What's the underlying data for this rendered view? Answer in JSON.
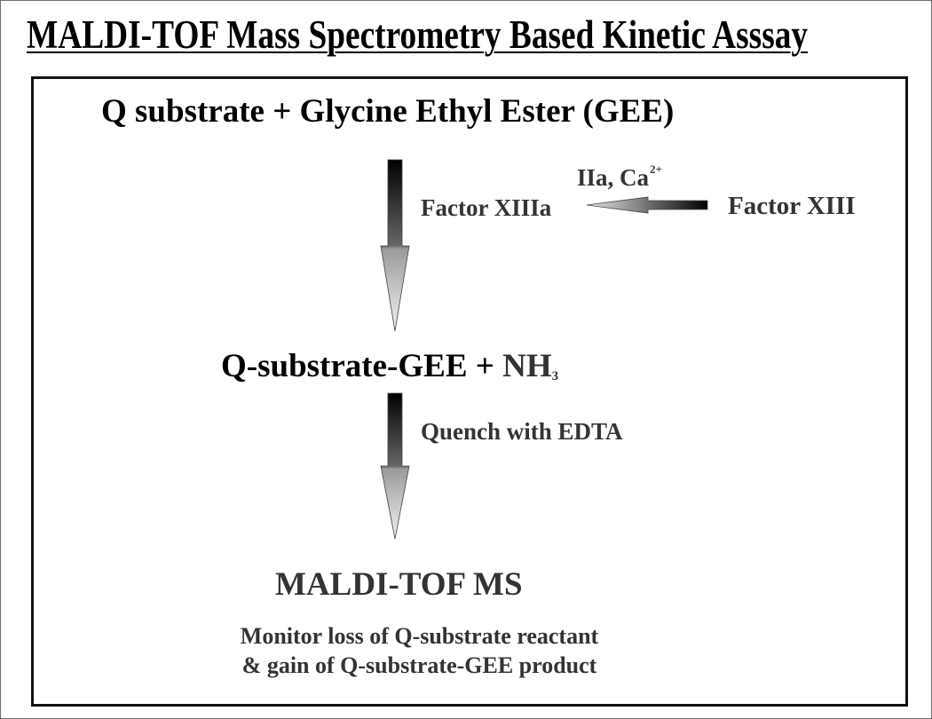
{
  "title": "MALDI-TOF Mass Spectrometry Based Kinetic Asssay",
  "scheme": {
    "reactants": "Q substrate + Glycine Ethyl Ester (GEE)",
    "activation": {
      "activator_label": "IIa, Ca",
      "activator_superscript": "2+",
      "zymogen": "Factor XIII",
      "active_enzyme": "Factor XIIIa"
    },
    "product": {
      "main": "Q-substrate-GEE + ",
      "byproduct": "NH",
      "byproduct_subscript": "3"
    },
    "quench_step": "Quench with EDTA",
    "detection": "MALDI-TOF MS",
    "monitor_line1": "Monitor loss of Q-substrate reactant",
    "monitor_line2": "& gain of Q-substrate-GEE product"
  },
  "colors": {
    "title_text": "#000000",
    "body_text": "#333333",
    "panel_border": "#111111",
    "frame_border": "#6e6e6e",
    "arrow_gradient_dark": "#000000",
    "arrow_gradient_light": "#e8e8e8"
  }
}
